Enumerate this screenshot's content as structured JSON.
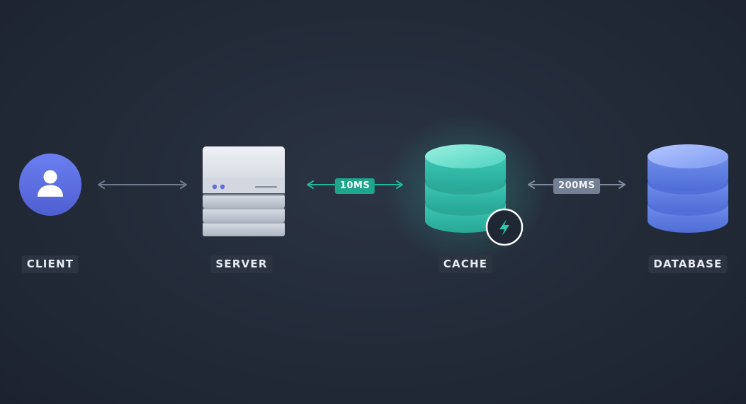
{
  "nodes": {
    "client": {
      "label": "CLIENT",
      "icon": "user-icon",
      "color": "#5b6fe0"
    },
    "server": {
      "label": "SERVER",
      "icon": "server-rack-icon",
      "color": "#c9d0d9"
    },
    "cache": {
      "label": "CACHE",
      "icon": "cylinder-stack-icon",
      "color": "#3ccbb6",
      "badge_icon": "lightning-bolt-icon"
    },
    "database": {
      "label": "DATABASE",
      "icon": "cylinder-stack-icon",
      "color": "#6d8ff0"
    }
  },
  "links": {
    "client_server": {
      "direction": "bidirectional",
      "color": "#6f7a8c"
    },
    "server_cache": {
      "latency": "10MS",
      "direction": "bidirectional",
      "color": "#22b69a"
    },
    "cache_database": {
      "latency": "200MS",
      "direction": "bidirectional",
      "color": "#7f8a9c"
    }
  },
  "colors": {
    "background": "#222a38",
    "label_bg": "#2c3442",
    "label_text": "#e6ebf2"
  }
}
